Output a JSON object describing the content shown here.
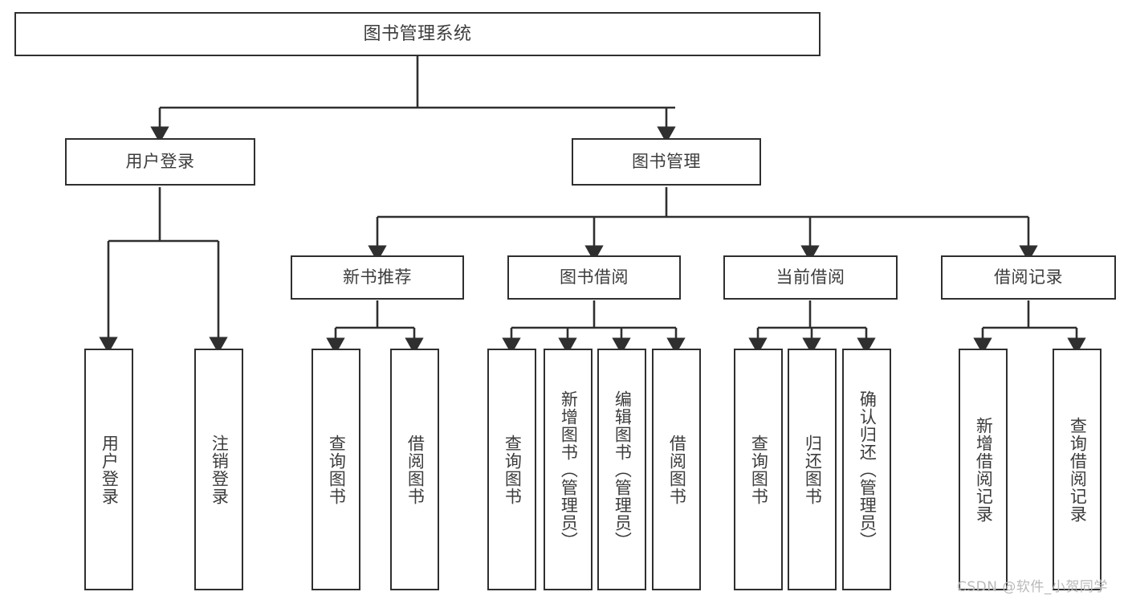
{
  "diagram": {
    "title": "图书管理系统",
    "type": "functional-structure-tree",
    "levels": 4,
    "root": {
      "id": "root",
      "label": "图书管理系统"
    },
    "level2": [
      {
        "id": "user-login",
        "label": "用户登录"
      },
      {
        "id": "book-management",
        "label": "图书管理"
      }
    ],
    "level3": [
      {
        "id": "new-book-recommend",
        "label": "新书推荐",
        "parent": "book-management"
      },
      {
        "id": "book-borrow",
        "label": "图书借阅",
        "parent": "book-management"
      },
      {
        "id": "current-borrow",
        "label": "当前借阅",
        "parent": "book-management"
      },
      {
        "id": "borrow-record",
        "label": "借阅记录",
        "parent": "book-management"
      }
    ],
    "leaves": {
      "user_login": [
        {
          "id": "leaf-user-login",
          "label": "用户登录"
        },
        {
          "id": "leaf-logout-login",
          "label": "注销登录"
        }
      ],
      "new_book_recommend": [
        {
          "id": "leaf-query-book-1",
          "label": "查询图书"
        },
        {
          "id": "leaf-borrow-book-1",
          "label": "借阅图书"
        }
      ],
      "book_borrow": [
        {
          "id": "leaf-query-book-2",
          "label": "查询图书"
        },
        {
          "id": "leaf-add-book",
          "label": "新增图书（管理员）"
        },
        {
          "id": "leaf-edit-book",
          "label": "编辑图书（管理员）"
        },
        {
          "id": "leaf-borrow-book-2",
          "label": "借阅图书"
        }
      ],
      "current_borrow": [
        {
          "id": "leaf-query-book-3",
          "label": "查询图书"
        },
        {
          "id": "leaf-return-book",
          "label": "归还图书"
        },
        {
          "id": "leaf-confirm-return",
          "label": "确认归还（管理员）"
        }
      ],
      "borrow_record": [
        {
          "id": "leaf-add-record",
          "label": "新增借阅记录"
        },
        {
          "id": "leaf-query-record",
          "label": "查询借阅记录"
        }
      ]
    },
    "colors": {
      "stroke": "#2f2f2f",
      "text": "#3c3c3c",
      "background": "#ffffff",
      "watermark": "#b9b9b9"
    }
  },
  "watermark": {
    "text": "CSDN @软件_小贺同学"
  }
}
